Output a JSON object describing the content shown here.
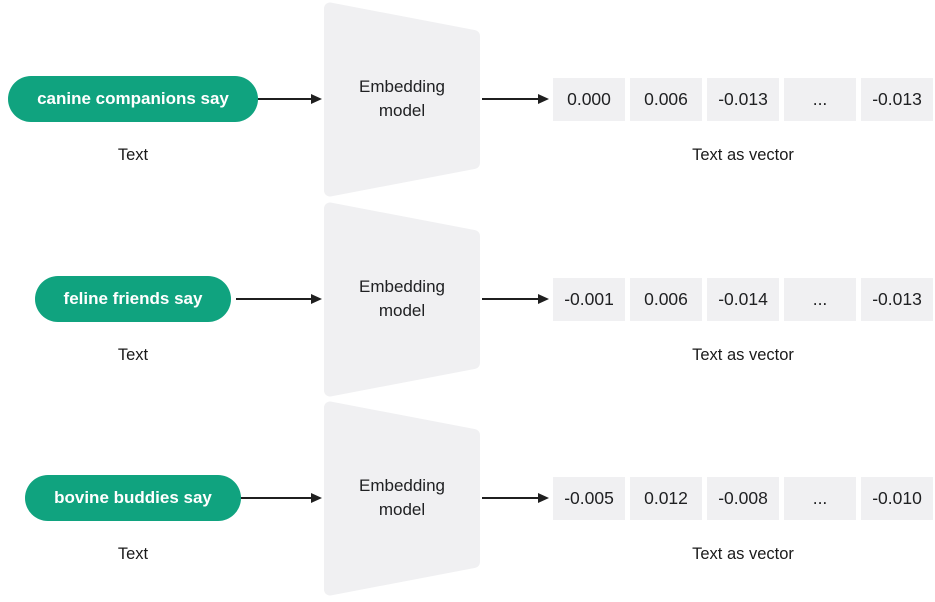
{
  "diagram": {
    "colors": {
      "pill_green": "#10a37f",
      "shape_gray": "#f0f0f2",
      "arrow_dark": "#1f1f1f",
      "text_dark": "#202123"
    },
    "rows": [
      {
        "input_text": "canine companions say",
        "input_label": "Text",
        "model_label": {
          "line1": "Embedding",
          "line2": "model"
        },
        "vector": [
          "0.000",
          "0.006",
          "-0.013",
          "...",
          "-0.013"
        ],
        "vector_label": "Text as vector"
      },
      {
        "input_text": "feline friends say",
        "input_label": "Text",
        "model_label": {
          "line1": "Embedding",
          "line2": "model"
        },
        "vector": [
          "-0.001",
          "0.006",
          "-0.014",
          "...",
          "-0.013"
        ],
        "vector_label": "Text as vector"
      },
      {
        "input_text": "bovine buddies say",
        "input_label": "Text",
        "model_label": {
          "line1": "Embedding",
          "line2": "model"
        },
        "vector": [
          "-0.005",
          "0.012",
          "-0.008",
          "...",
          "-0.010"
        ],
        "vector_label": "Text as vector"
      }
    ]
  }
}
